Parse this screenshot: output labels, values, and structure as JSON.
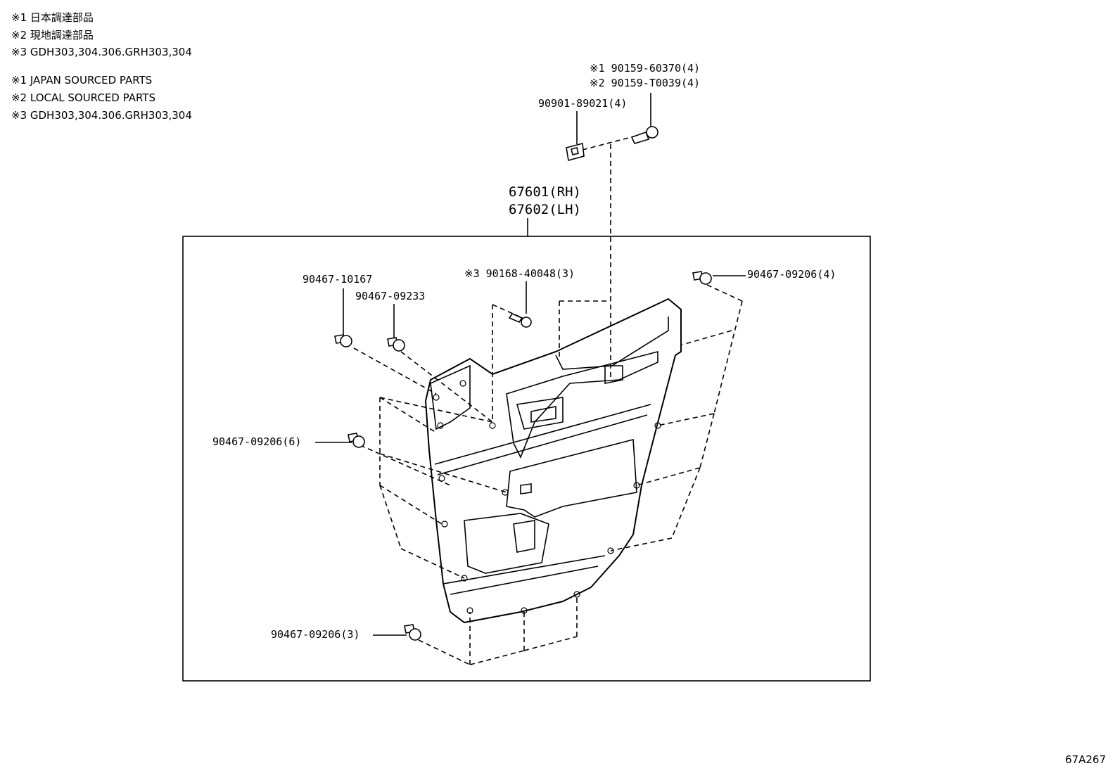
{
  "notes_jp": [
    "※1 日本調達部品",
    "※2 現地調達部品",
    "※3  GDH303,304.306.GRH303,304"
  ],
  "notes_en": [
    "※1 JAPAN SOURCED PARTS",
    "※2 LOCAL SOURCED PARTS",
    "※3 GDH303,304.306.GRH303,304"
  ],
  "parts": {
    "bolt_jp": "※1 90159-60370(4)",
    "bolt_local": "※2 90159-T0039(4)",
    "nut": "90901-89021(4)",
    "board_rh": "67601(RH)",
    "board_lh": "67602(LH)",
    "clip_a": "90467-10167",
    "clip_b": "90467-09233",
    "screw": "※3 90168-40048(3)",
    "clip_top_right": "90467-09206(4)",
    "clip_left": "90467-09206(6)",
    "clip_bottom": "90467-09206(3)"
  },
  "diagram_ref": "67A267"
}
